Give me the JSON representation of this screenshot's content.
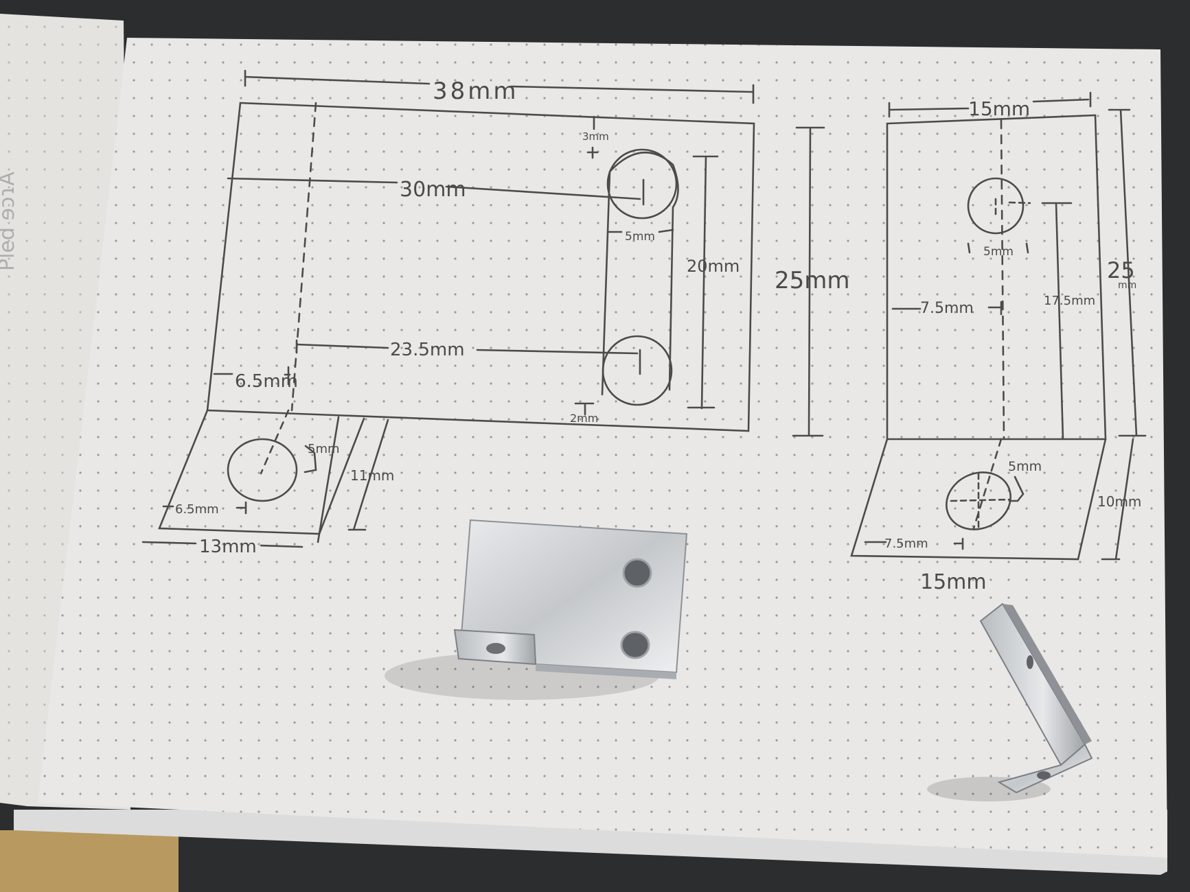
{
  "page_spine_text": "Pled ɘɔɿA",
  "front_view": {
    "overall_width": "38mm",
    "hole_top_offset": "3mm",
    "hole_top_distance": "30mm",
    "hole_diameter": "5mm",
    "slot_length": "20mm",
    "hole_bottom_distance": "23.5mm",
    "hole_bottom_offset": "2mm",
    "left_offset": "6.5mm",
    "height": "25mm"
  },
  "base_tab": {
    "hole_offset": "5mm",
    "depth": "11mm",
    "hole_side_offset": "6.5mm",
    "width": "13mm"
  },
  "side_view": {
    "width": "15mm",
    "height": "25",
    "height_unit": "mm",
    "hole_diameter": "5mm",
    "hole_side_offset": "7.5mm",
    "hole_height": "17.5mm",
    "base_hole_offset": "5mm",
    "base_depth": "10mm",
    "base_hole_side": "7.5mm",
    "base_width": "15mm"
  }
}
